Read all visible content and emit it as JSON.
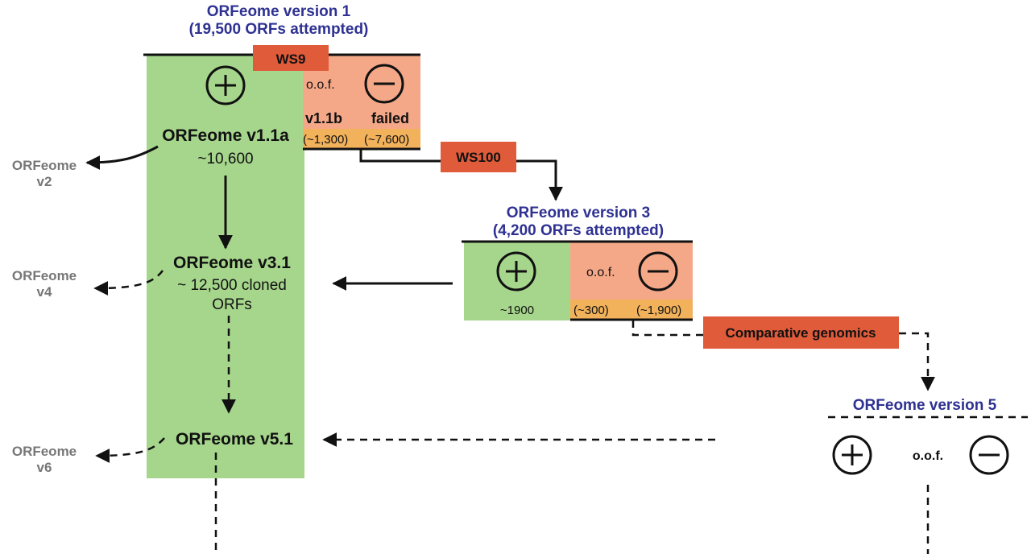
{
  "version1": {
    "title": "ORFeome version 1",
    "subtitle": "(19,500 ORFs attempted)",
    "ws_label": "WS9",
    "oof": "o.o.f.",
    "v11b_label": "v1.1b",
    "failed_label": "failed",
    "v11b_count": "(~1,300)",
    "failed_count": "(~7,600)"
  },
  "main_column": {
    "v11a_label": "ORFeome v1.1a",
    "v11a_count": "~10,600",
    "v31_label": "ORFeome v3.1",
    "v31_count_line1": "~ 12,500 cloned",
    "v31_count_line2": "ORFs",
    "v51_label": "ORFeome v5.1"
  },
  "side_versions": {
    "v2_line1": "ORFeome",
    "v2_line2": "v2",
    "v4_line1": "ORFeome",
    "v4_line2": "v4",
    "v6_line1": "ORFeome",
    "v6_line2": "v6"
  },
  "ws100_label": "WS100",
  "version3": {
    "title": "ORFeome version 3",
    "subtitle": "(4,200 ORFs attempted)",
    "oof": "o.o.f.",
    "plus_count": "~1900",
    "oof_count": "(~300)",
    "minus_count": "(~1,900)"
  },
  "comparative_label": "Comparative genomics",
  "version5": {
    "title": "ORFeome version 5",
    "oof": "o.o.f."
  },
  "colors": {
    "green": "#a6d68c",
    "salmon": "#f4a887",
    "orange": "#f2b15b",
    "red_box": "#e05b3a",
    "blue_text": "#2e3192",
    "grey_text": "#777777"
  },
  "icons": [
    "plus-circle-icon",
    "minus-circle-icon",
    "arrow-icon"
  ]
}
